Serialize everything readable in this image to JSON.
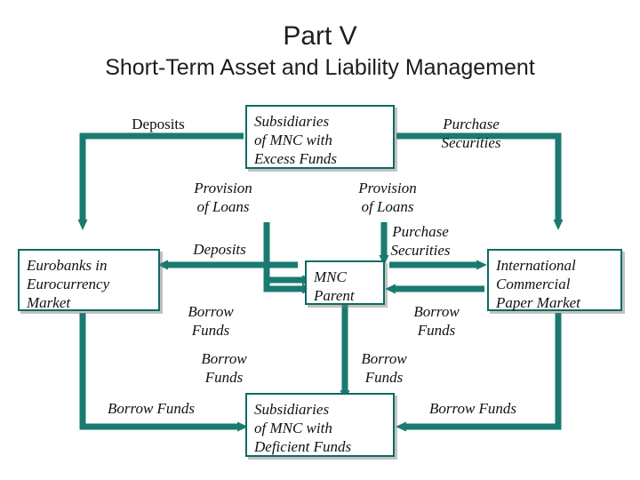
{
  "title": {
    "main": "Part V",
    "sub": "Short-Term Asset and Liability Management"
  },
  "boxes": [
    {
      "name": "box-subsidiaries-excess",
      "text": "Subsidiaries\nof MNC with\nExcess Funds"
    },
    {
      "name": "box-eurobanks",
      "text": "Eurobanks in\nEurocurrency\nMarket"
    },
    {
      "name": "box-mnc-parent",
      "text": "MNC\nParent"
    },
    {
      "name": "box-international-commercial-paper",
      "text": "International\nCommercial\nPaper Market"
    },
    {
      "name": "box-subsidiaries-deficient",
      "text": "Subsidiaries\nof MNC with\nDeficient Funds"
    }
  ],
  "labels": [
    {
      "name": "label-deposits-top",
      "text": "Deposits"
    },
    {
      "name": "label-purchase-securities-top",
      "text": "Purchase\nSecurities"
    },
    {
      "name": "label-provision-of-loans-left",
      "text": "Provision\nof Loans"
    },
    {
      "name": "label-provision-of-loans-right",
      "text": "Provision\nof Loans"
    },
    {
      "name": "label-deposits-mid",
      "text": "Deposits"
    },
    {
      "name": "label-purchase-securities-mid",
      "text": "Purchase\nSecurities"
    },
    {
      "name": "label-borrow-funds-left-mid",
      "text": "Borrow\nFunds"
    },
    {
      "name": "label-borrow-funds-right-mid",
      "text": "Borrow\nFunds"
    },
    {
      "name": "label-borrow-funds-left-lower",
      "text": "Borrow\nFunds"
    },
    {
      "name": "label-borrow-funds-center-lower",
      "text": "Borrow\nFunds"
    },
    {
      "name": "label-borrow-funds-bottom-left",
      "text": "Borrow Funds"
    },
    {
      "name": "label-borrow-funds-bottom-right",
      "text": "Borrow Funds"
    }
  ],
  "colors": {
    "accent": "#0d6b63",
    "arrow": "#1a7a70",
    "text": "#111111",
    "title": "#1d1d1d"
  }
}
